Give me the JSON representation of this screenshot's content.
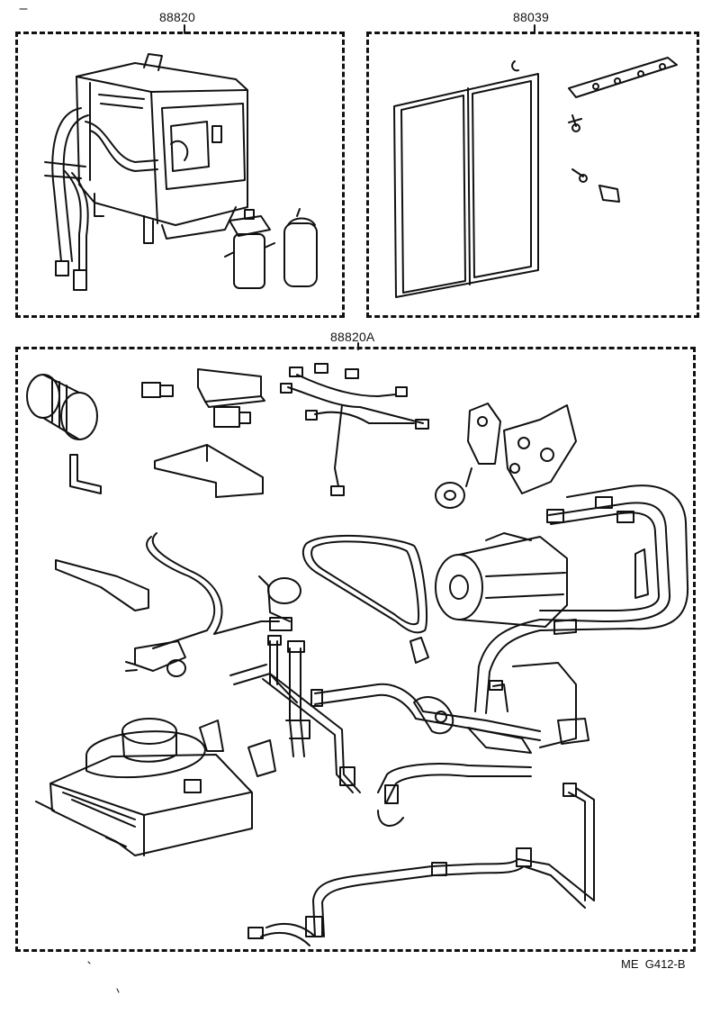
{
  "groups": {
    "a": {
      "label": "88820"
    },
    "b": {
      "label": "88039"
    },
    "c": {
      "label": "88820A"
    }
  },
  "figure_code": "ME  G412-B"
}
